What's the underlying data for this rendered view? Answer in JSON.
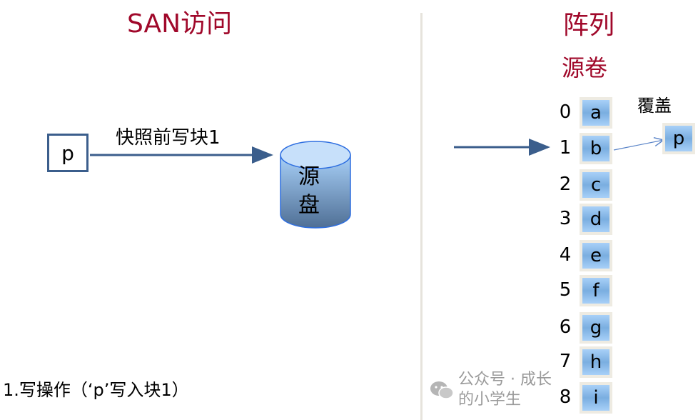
{
  "left": {
    "title": "SAN访问",
    "host_label": "p",
    "arrow_label": "快照前写块1",
    "disk_label_line1": "源",
    "disk_label_line2": "盘",
    "caption": "1.写操作（‘p’写入块1）"
  },
  "right": {
    "title": "阵列",
    "subtitle": "源卷",
    "overwrite_label": "覆盖",
    "incoming_block": "p",
    "blocks": [
      {
        "index": "0",
        "value": "a"
      },
      {
        "index": "1",
        "value": "b"
      },
      {
        "index": "2",
        "value": "c"
      },
      {
        "index": "3",
        "value": "d"
      },
      {
        "index": "4",
        "value": "e"
      },
      {
        "index": "5",
        "value": "f"
      },
      {
        "index": "6",
        "value": "g"
      },
      {
        "index": "7",
        "value": "h"
      },
      {
        "index": "8",
        "value": "i"
      }
    ]
  },
  "watermark": "公众号 · 成长的小学生",
  "colors": {
    "title": "#a0082a",
    "arrow": "#3b5e8c",
    "block": "#a8d0f8"
  }
}
